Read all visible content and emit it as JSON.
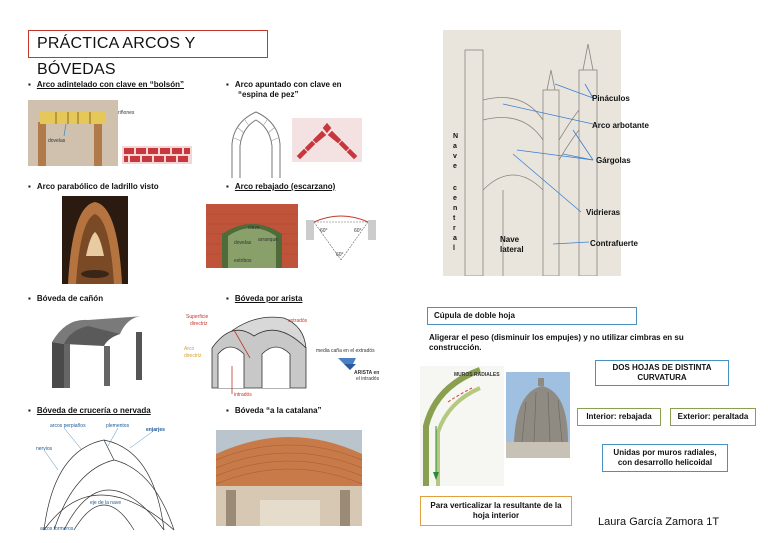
{
  "title": "PRÁCTICA ARCOS Y BÓVEDAS",
  "items": {
    "adintelado": "Arco adintelado con clave en “bolsón”",
    "apuntado_1": "Arco apuntado con clave en",
    "apuntado_2": "“espina de pez”",
    "parabolico": "Arco parabólico de ladrillo visto",
    "rebajado": "Arco rebajado (escarzano)",
    "canon": "Bóveda de cañón",
    "arista": "Bóveda por arista",
    "cruceria": "Bóveda de crucería o nervada",
    "catalana": "Bóveda “a la catalana”"
  },
  "captions": {
    "rinones": "riñones",
    "dovelas": "dovelas",
    "clave": "clave",
    "dovelas2": "dovelas",
    "arranque": "arranque",
    "estribos": "estribos",
    "ang1": "60°",
    "ang2": "60°",
    "ang3": "60°",
    "superficie_1": "Superficie",
    "superficie_2": "directriz",
    "arco_1": "Arco",
    "arco_2": "directriz",
    "extrados": "extradós",
    "intrados": "intradós",
    "media_cana": "media caña en el extradós",
    "arista_lbl": "ARISTA en",
    "arista_lbl2": "el intradós",
    "arcos_perpiaños": "arcos perpiaños",
    "plementos": "plementos",
    "enjarjes": "enjarjes",
    "nervios": "nervios",
    "eje_nave": "eje de la nave",
    "arcos_formeros": "arcos formeros"
  },
  "diagram": {
    "nave_central": [
      "N",
      "a",
      "v",
      "e",
      "",
      "c",
      "e",
      "n",
      "t",
      "r",
      "a",
      "l"
    ],
    "pinaculos": "Pináculos",
    "arbotante": "Arco arbotante",
    "gargolas": "Gárgolas",
    "vidrieras": "Vidrieras",
    "nave_lateral_1": "Nave",
    "nave_lateral_2": "lateral",
    "contrafuerte": "Contrafuerte"
  },
  "cupula": {
    "heading": "Cúpula de doble hoja",
    "desc_1": "Aligerar el peso (disminuir los empujes) y no utilizar cimbras en su",
    "desc_2": "construcción.",
    "muros_radiales": "MUROS RADIALES",
    "dos_hojas_1": "DOS HOJAS DE DISTINTA",
    "dos_hojas_2": "CURVATURA",
    "interior": "Interior: rebajada",
    "exterior": "Exterior: peraltada",
    "unidas_1": "Unidas por muros radiales,",
    "unidas_2": "con desarrollo helicoidal",
    "verticalizar_1": "Para verticalizar la resultante de la",
    "verticalizar_2": "hoja interior"
  },
  "author": "Laura García Zamora 1T",
  "colors": {
    "title_border": "#c0392b",
    "box_border": "#4a90c2",
    "box_border2": "#e0a040",
    "brick": "#c8373e"
  }
}
